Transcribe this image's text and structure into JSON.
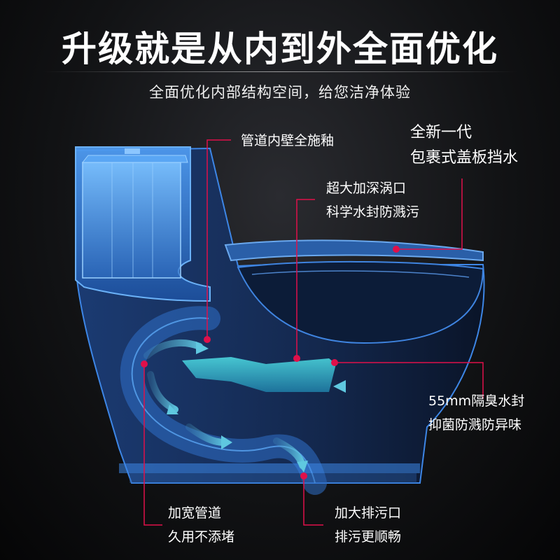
{
  "header": {
    "title": "升级就是从内到外全面优化",
    "subtitle": "全面优化内部结构空间，给您洁净体验"
  },
  "callouts": {
    "glaze": {
      "line1": "管道内壁全施釉"
    },
    "cover": {
      "line1": "全新一代",
      "line2": "包裹式盖板挡水"
    },
    "vortex": {
      "line1": "超大加深涡口",
      "line2": "科学水封防溅污"
    },
    "seal": {
      "line1": "55mm隔臭水封",
      "line2": "抑菌防溅防异味"
    },
    "pipe": {
      "line1": "加宽管道",
      "line2": "久用不添堵"
    },
    "outlet": {
      "line1": "加大排污口",
      "line2": "排污更顺畅"
    }
  },
  "colors": {
    "accent": "#e0104a",
    "body_blue": "#3a7fd6",
    "water_cyan": "#35c9d8",
    "background": "#121315"
  }
}
